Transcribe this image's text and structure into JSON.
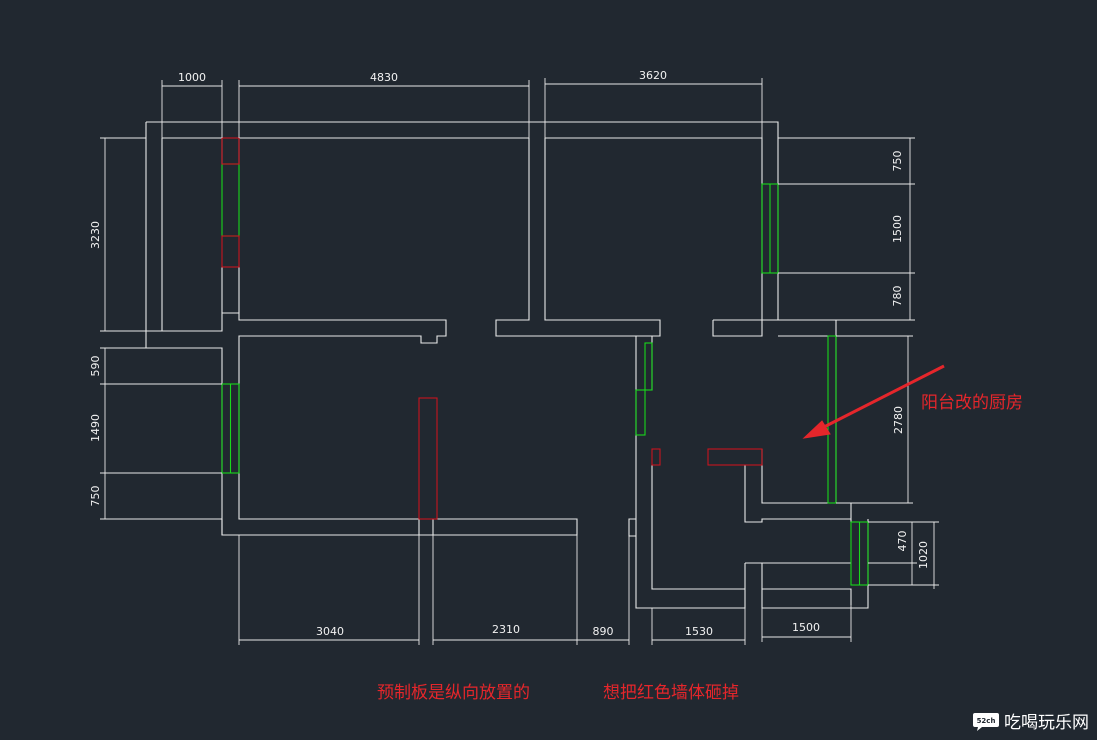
{
  "dimensions": {
    "top": [
      "1000",
      "4830",
      "3620"
    ],
    "left": [
      "3230",
      "590",
      "1490",
      "750"
    ],
    "right": [
      "750",
      "1500",
      "780",
      "2780",
      "470",
      "1020"
    ],
    "bottom": [
      "3040",
      "2310",
      "890",
      "1530",
      "1500"
    ]
  },
  "annotations": {
    "balcony_kitchen": "阳台改的厨房",
    "slab_note": "预制板是纵向放置的",
    "demolish_note": "想把红色墙体砸掉"
  },
  "watermark": {
    "logo_text": "52ch",
    "text": "吃喝玩乐网"
  },
  "colors": {
    "background": "#212830",
    "wall_lines": "#e8e8e8",
    "window": "#19d81c",
    "red_wall": "#c8141e",
    "annotation_text": "#e5262b"
  }
}
